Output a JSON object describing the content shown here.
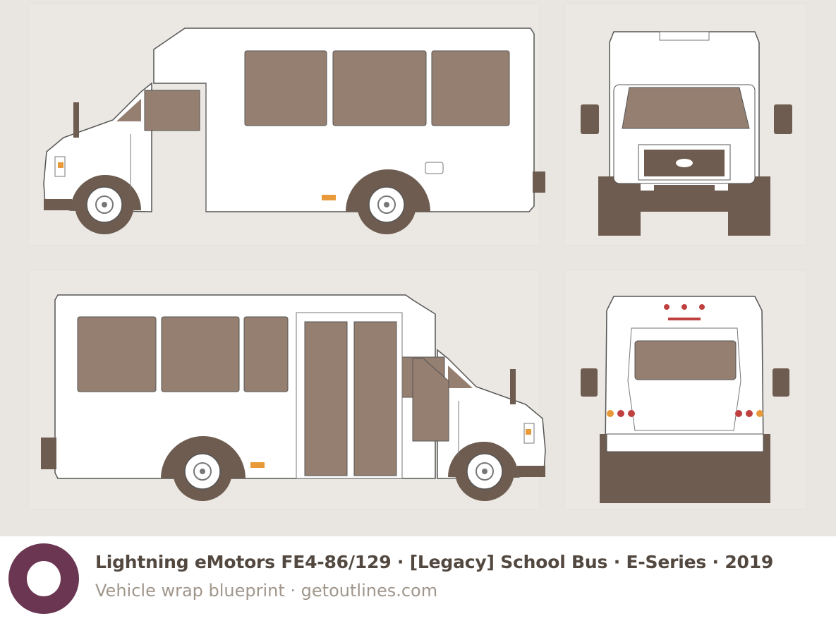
{
  "caption": {
    "title": "Lightning eMotors FE4-86/129 · [Legacy] School Bus · E-Series · 2019",
    "subtitle": "Vehicle wrap blueprint · getoutlines.com"
  },
  "views": [
    "left-side",
    "front",
    "right-side",
    "rear"
  ],
  "colors": {
    "background": "#e9e6e1",
    "window": "#957f71",
    "trim": "#6e5c50",
    "logo": "#6b3652"
  }
}
